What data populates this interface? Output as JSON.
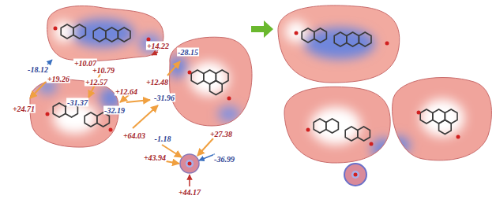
{
  "diagram": {
    "labels": [
      "+10.07",
      "+10.79",
      "+14.22",
      "-18.12",
      "+19.26",
      "+12.57",
      "+12.64",
      "+12.48",
      "-28.15",
      "+24.71",
      "-31.37",
      "-32.19",
      "-31.96",
      "-1.18",
      "+27.38",
      "+64.03",
      "+43.94",
      "-36.99",
      "+44.17"
    ]
  }
}
